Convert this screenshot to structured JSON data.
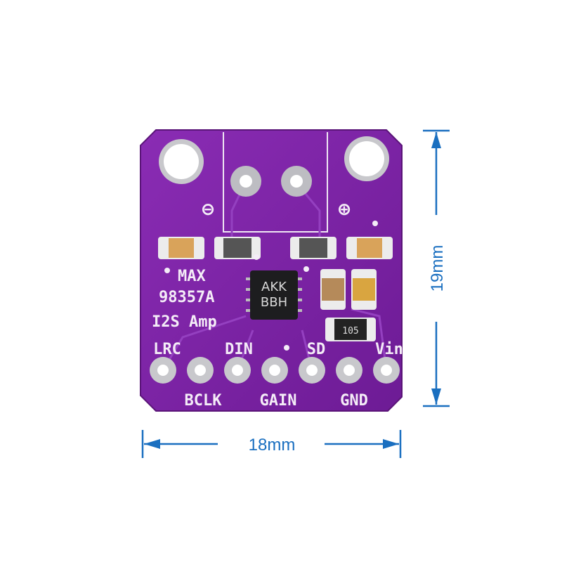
{
  "board": {
    "silkscreen_lines": [
      "MAX",
      "98357A",
      "I2S Amp"
    ],
    "chip_marking": [
      "AKK",
      "BBH"
    ],
    "resistor_marking": "105",
    "pins_top_labels": [
      "LRC",
      "DIN",
      "SD",
      "Vin"
    ],
    "pins_bottom_labels": [
      "BCLK",
      "GAIN",
      "GND"
    ],
    "speaker_minus": "⊖",
    "speaker_plus": "⊕"
  },
  "dimensions": {
    "width_label": "18mm",
    "height_label": "19mm"
  },
  "colors": {
    "pcb": "#7b22a3",
    "dimension": "#1a6fc0"
  }
}
